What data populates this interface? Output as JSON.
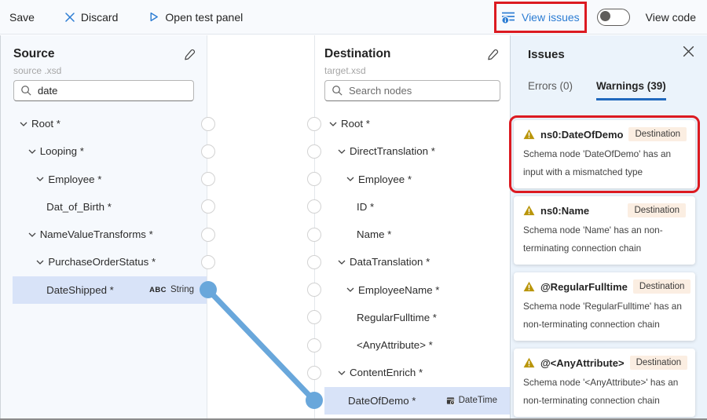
{
  "toolbar": {
    "save_label": "Save",
    "discard_label": "Discard",
    "open_test_panel_label": "Open test panel",
    "view_issues_label": "View issues",
    "view_code_label": "View code",
    "view_code_toggle_state": "off"
  },
  "source_panel": {
    "title": "Source",
    "subtitle": "source .xsd",
    "search_value": "date",
    "tree": [
      {
        "label": "Root *",
        "depth": 0,
        "chevron": true,
        "selected": false,
        "connected": false
      },
      {
        "label": "Looping *",
        "depth": 1,
        "chevron": true,
        "selected": false,
        "connected": false
      },
      {
        "label": "Employee *",
        "depth": 2,
        "chevron": true,
        "selected": false,
        "connected": false
      },
      {
        "label": "Dat_of_Birth *",
        "depth": 3,
        "chevron": false,
        "selected": false,
        "connected": false
      },
      {
        "label": "NameValueTransforms *",
        "depth": 1,
        "chevron": true,
        "selected": false,
        "connected": false
      },
      {
        "label": "PurchaseOrderStatus *",
        "depth": 2,
        "chevron": true,
        "selected": false,
        "connected": false
      },
      {
        "label": "DateShipped *",
        "depth": 3,
        "chevron": false,
        "selected": true,
        "connected": true,
        "type_badge": {
          "prefix": "ABC",
          "text": "String"
        }
      }
    ]
  },
  "destination_panel": {
    "title": "Destination",
    "subtitle": "target.xsd",
    "search_placeholder": "Search nodes",
    "tree": [
      {
        "label": "Root *",
        "depth": 0,
        "chevron": true,
        "selected": false,
        "connected": false
      },
      {
        "label": "DirectTranslation *",
        "depth": 1,
        "chevron": true,
        "selected": false,
        "connected": false
      },
      {
        "label": "Employee *",
        "depth": 2,
        "chevron": true,
        "selected": false,
        "connected": false
      },
      {
        "label": "ID *",
        "depth": 3,
        "chevron": false,
        "selected": false,
        "connected": false
      },
      {
        "label": "Name *",
        "depth": 3,
        "chevron": false,
        "selected": false,
        "connected": false
      },
      {
        "label": "DataTranslation *",
        "depth": 1,
        "chevron": true,
        "selected": false,
        "connected": false
      },
      {
        "label": "EmployeeName *",
        "depth": 2,
        "chevron": true,
        "selected": false,
        "connected": false
      },
      {
        "label": "RegularFulltime *",
        "depth": 3,
        "chevron": false,
        "selected": false,
        "connected": false
      },
      {
        "label": "<AnyAttribute> *",
        "depth": 3,
        "chevron": false,
        "selected": false,
        "connected": false
      },
      {
        "label": "ContentEnrich *",
        "depth": 1,
        "chevron": true,
        "selected": false,
        "connected": false
      },
      {
        "label": "DateOfDemo *",
        "depth": 2,
        "chevron": false,
        "selected": true,
        "connected": true,
        "type_badge": {
          "icon": "calendar-clock-icon",
          "text": "DateTime"
        }
      }
    ]
  },
  "issues_panel": {
    "title": "Issues",
    "tabs": [
      {
        "label": "Errors (0)",
        "active": false
      },
      {
        "label": "Warnings (39)",
        "active": true
      }
    ],
    "warnings": [
      {
        "title": "ns0:DateOfDemo",
        "badge": "Destination",
        "message": "Schema node 'DateOfDemo' has an input with a mismatched type",
        "highlighted": true
      },
      {
        "title": "ns0:Name",
        "badge": "Destination",
        "message": "Schema node 'Name' has an non-terminating connection chain",
        "highlighted": false
      },
      {
        "title": "@RegularFulltime",
        "badge": "Destination",
        "message": "Schema node 'RegularFulltime' has an non-terminating connection chain",
        "highlighted": false
      },
      {
        "title": "@<AnyAttribute>",
        "badge": "Destination",
        "message": "Schema node '<AnyAttribute>' has an non-terminating connection chain",
        "highlighted": false
      }
    ]
  },
  "connection": {
    "from": "DateShipped *",
    "to": "DateOfDemo *"
  },
  "colors": {
    "accent_blue": "#2b7cd3",
    "connection_blue": "#69a7db",
    "selected_row": "#d8e3f8",
    "warning_icon": "#b9950a",
    "destination_badge_bg": "#fbeee2",
    "issues_panel_bg": "#ebf3fb",
    "annotation_red": "#dc1a21"
  }
}
